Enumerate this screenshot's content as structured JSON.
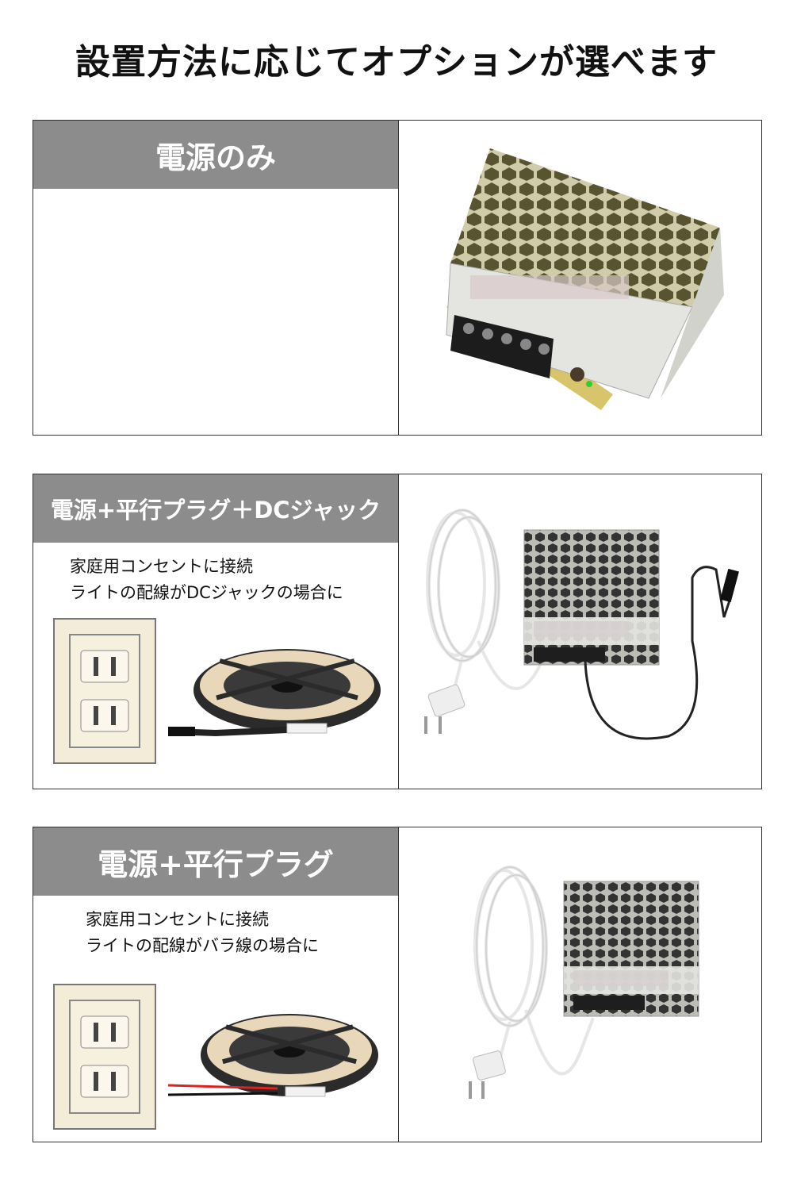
{
  "page": {
    "title": "設置方法に応じてオプションが選べます"
  },
  "options": [
    {
      "title": "電源のみ",
      "description": []
    },
    {
      "title": "電源+平行プラグ＋DCジャック",
      "description": [
        "家庭用コンセントに接続",
        "ライトの配線がDCジャックの場合に"
      ]
    },
    {
      "title": "電源+平行プラグ",
      "description": [
        "家庭用コンセントに接続",
        "ライトの配線がバラ線の場合に"
      ]
    }
  ]
}
